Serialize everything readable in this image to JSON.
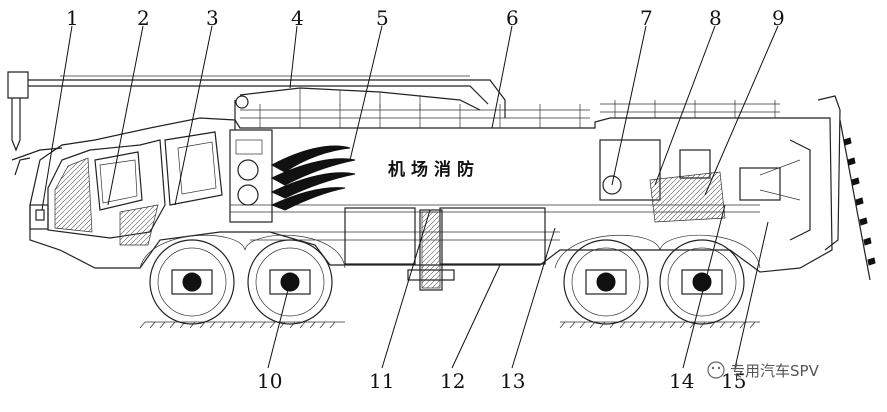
{
  "diagram": {
    "tank_label": "机场消防",
    "callouts": [
      "1",
      "2",
      "3",
      "4",
      "5",
      "6",
      "7",
      "8",
      "9",
      "10",
      "11",
      "12",
      "13",
      "14",
      "15"
    ],
    "watermark": "专用汽车SPV",
    "colors": {
      "line": "#222222",
      "background": "#ffffff"
    }
  }
}
